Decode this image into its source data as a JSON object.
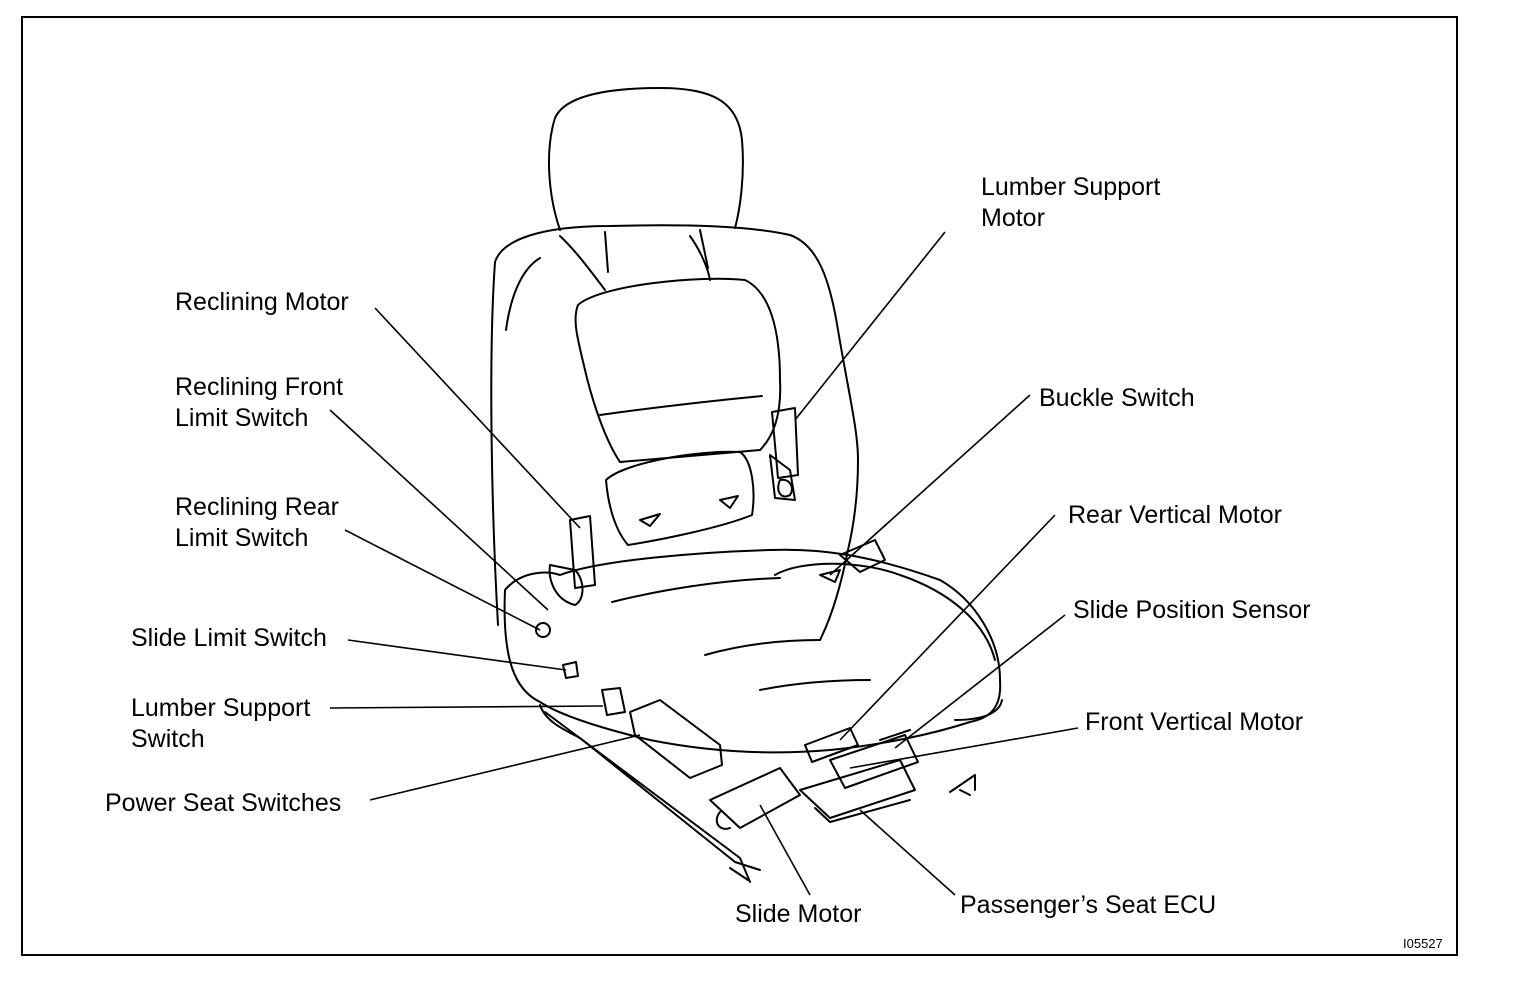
{
  "labels": {
    "lumber_support_motor": "Lumber Support\nMotor",
    "reclining_motor": "Reclining Motor",
    "reclining_front_limit_switch": "Reclining Front\nLimit Switch",
    "reclining_rear_limit_switch": "Reclining Rear\nLimit Switch",
    "slide_limit_switch": "Slide Limit Switch",
    "lumber_support_switch": "Lumber Support\nSwitch",
    "power_seat_switches": "Power Seat Switches",
    "buckle_switch": "Buckle Switch",
    "rear_vertical_motor": "Rear Vertical Motor",
    "slide_position_sensor": "Slide Position Sensor",
    "front_vertical_motor": "Front Vertical Motor",
    "slide_motor": "Slide Motor",
    "passengers_seat_ecu": "Passenger’s Seat ECU"
  },
  "figure_code": "I05527"
}
